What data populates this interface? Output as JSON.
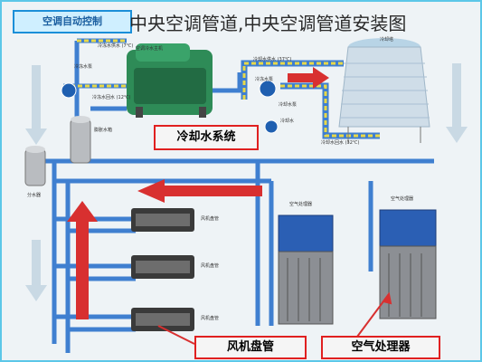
{
  "overlay_title": "中央空调管道,中央空调管道安装图",
  "diagram": {
    "top_left_badge": "空调自动控制",
    "main_unit_label": "空调冷水主机",
    "cooling_tower_label": "冷却塔",
    "cooling_water_system": "冷却水系统",
    "fan_coil_label": "风机盘管",
    "air_handler_label": "空气处理器",
    "air_handler_top_labels": [
      "空气处理器",
      "空气处理器"
    ],
    "expansion_tank": "膨胀水箱",
    "distributor": "分水器",
    "fan_coil_small_labels": [
      "风机盘管",
      "风机盘管",
      "风机盘管"
    ],
    "pipe_labels": {
      "chilled_supply_7c": "冷冻水供水 (7℃)",
      "chilled_return_12c": "冷冻水回水 (12℃)",
      "chilled_pump": "冷冻水泵",
      "cooling_supply_37c": "冷却水供水 (37℃)",
      "cooling_return_32c": "冷却水回水 (32℃)",
      "cooling_pump": "冷却水泵",
      "chilled_pump_2": "冷冻水泵",
      "cooling_water_label": "冷却水"
    }
  },
  "colors": {
    "background": "#5cc7e8",
    "panel": "#eef3f6",
    "pipe_blue": "#3f7fd0",
    "pipe_yellow": "#e8d848",
    "pipe_red": "#d83030",
    "chiller_green": "#2e8b57",
    "ahu_blue": "#2b5fb4"
  }
}
